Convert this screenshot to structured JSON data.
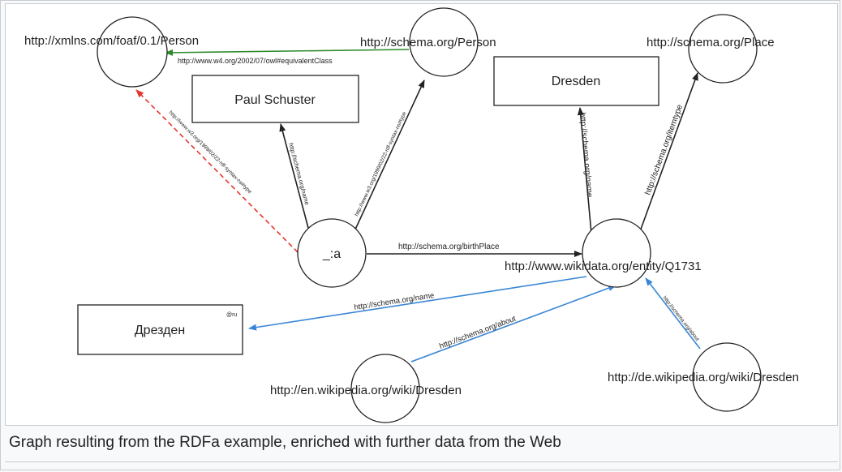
{
  "caption": "Graph resulting from the RDFa example, enriched with further data from the Web",
  "colors": {
    "black": "#222222",
    "green": "#2e8b2e",
    "red": "#e5362c",
    "blue": "#3a86d6"
  },
  "nodes": {
    "foaf_person": "http://xmlns.com/foaf/0.1/Person",
    "schema_person": "http://schema.org/Person",
    "schema_place": "http://schema.org/Place",
    "paul": "Paul Schuster",
    "dresden": "Dresden",
    "a": "_:a",
    "wikidata": "http://www.wikidata.org/entity/Q1731",
    "dresden_ru": "Дрезден",
    "dresden_ru_lang": "@ru",
    "en_wiki": "http://en.wikipedia.org/wiki/Dresden",
    "de_wiki": "http://de.wikipedia.org/wiki/Dresden"
  },
  "edges": {
    "equivalent": "http://www.w4.org/2002/07/owl#equivalentClass",
    "a_foaf": "http://www.w3.org/1999/02/22-rdf-syntax-ns#type",
    "a_name": "http://schema.org/name",
    "a_person": "http://www.w3.org/1999/02/22-rdf-syntax-ns#type",
    "birthplace": "http://schema.org/birthPlace",
    "wd_name": "http://schema.org/name",
    "wd_place": "http://schema.org/itemtype",
    "wd_ru_name": "http://schema.org/name",
    "en_about": "http://schema.org/about",
    "de_about": "http://schema.org/about"
  }
}
